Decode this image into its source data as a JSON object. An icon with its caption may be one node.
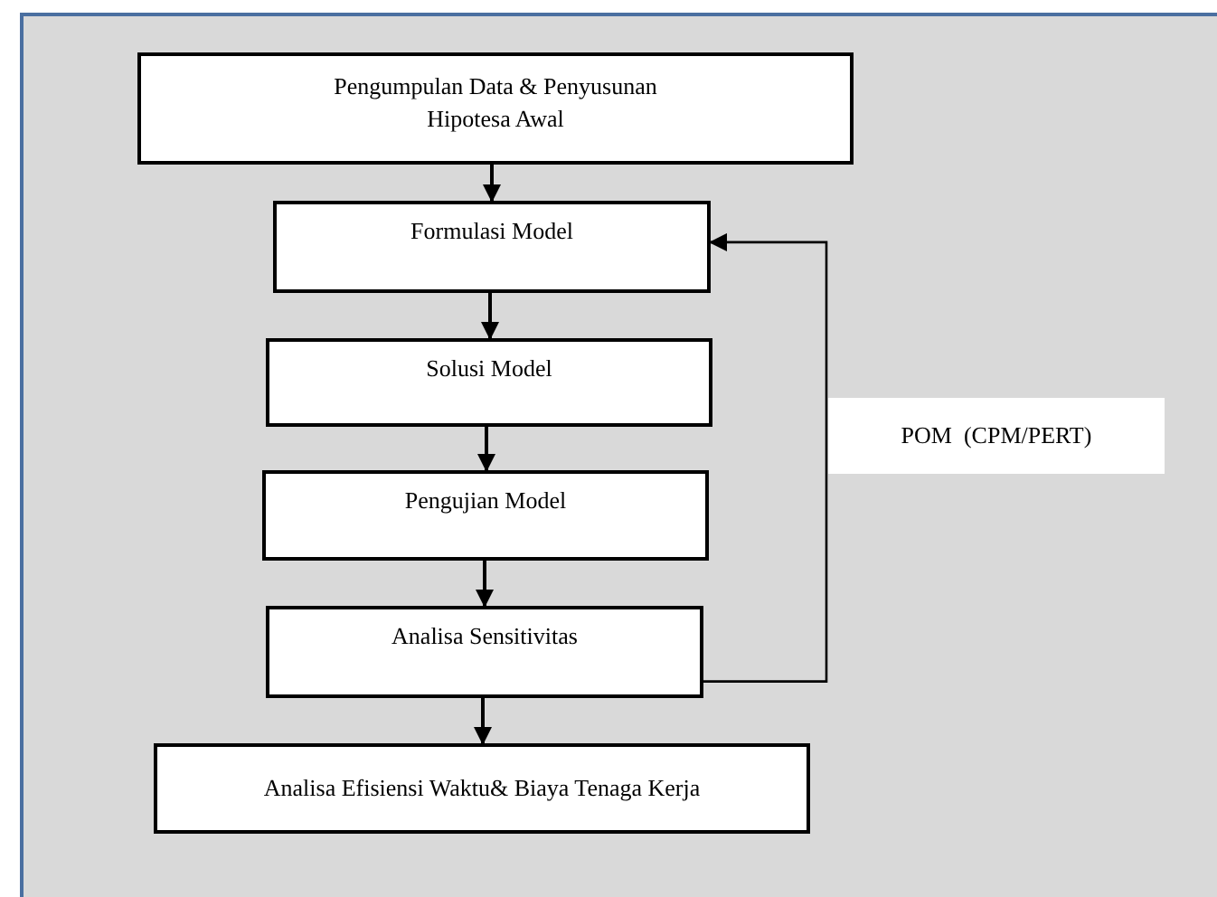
{
  "diagram": {
    "nodes": [
      {
        "text": [
          "Pengumpulan Data & Penyusunan Hipotesa Awal"
        ]
      },
      {
        "text": [
          "Formulasi Model"
        ]
      },
      {
        "text": [
          "Solusi Model"
        ]
      },
      {
        "text": [
          "Pengujian Model"
        ]
      },
      {
        "text": [
          "Analisa Sensitivitas"
        ]
      },
      {
        "text": [
          "Analisa Efisiensi Waktu& Biaya Tenaga Kerja"
        ]
      }
    ],
    "edges": [
      {
        "from": 0,
        "to": 1,
        "arrow": "to"
      },
      {
        "from": 1,
        "to": 2,
        "arrow": "to"
      },
      {
        "from": 2,
        "to": 3,
        "arrow": "to"
      },
      {
        "from": 3,
        "to": 4,
        "arrow": "to"
      },
      {
        "from": 4,
        "to": 5,
        "arrow": "to"
      },
      {
        "from": 4,
        "to": 1,
        "arrow": "to",
        "label": "POM  (CPM/PERT)"
      }
    ]
  }
}
